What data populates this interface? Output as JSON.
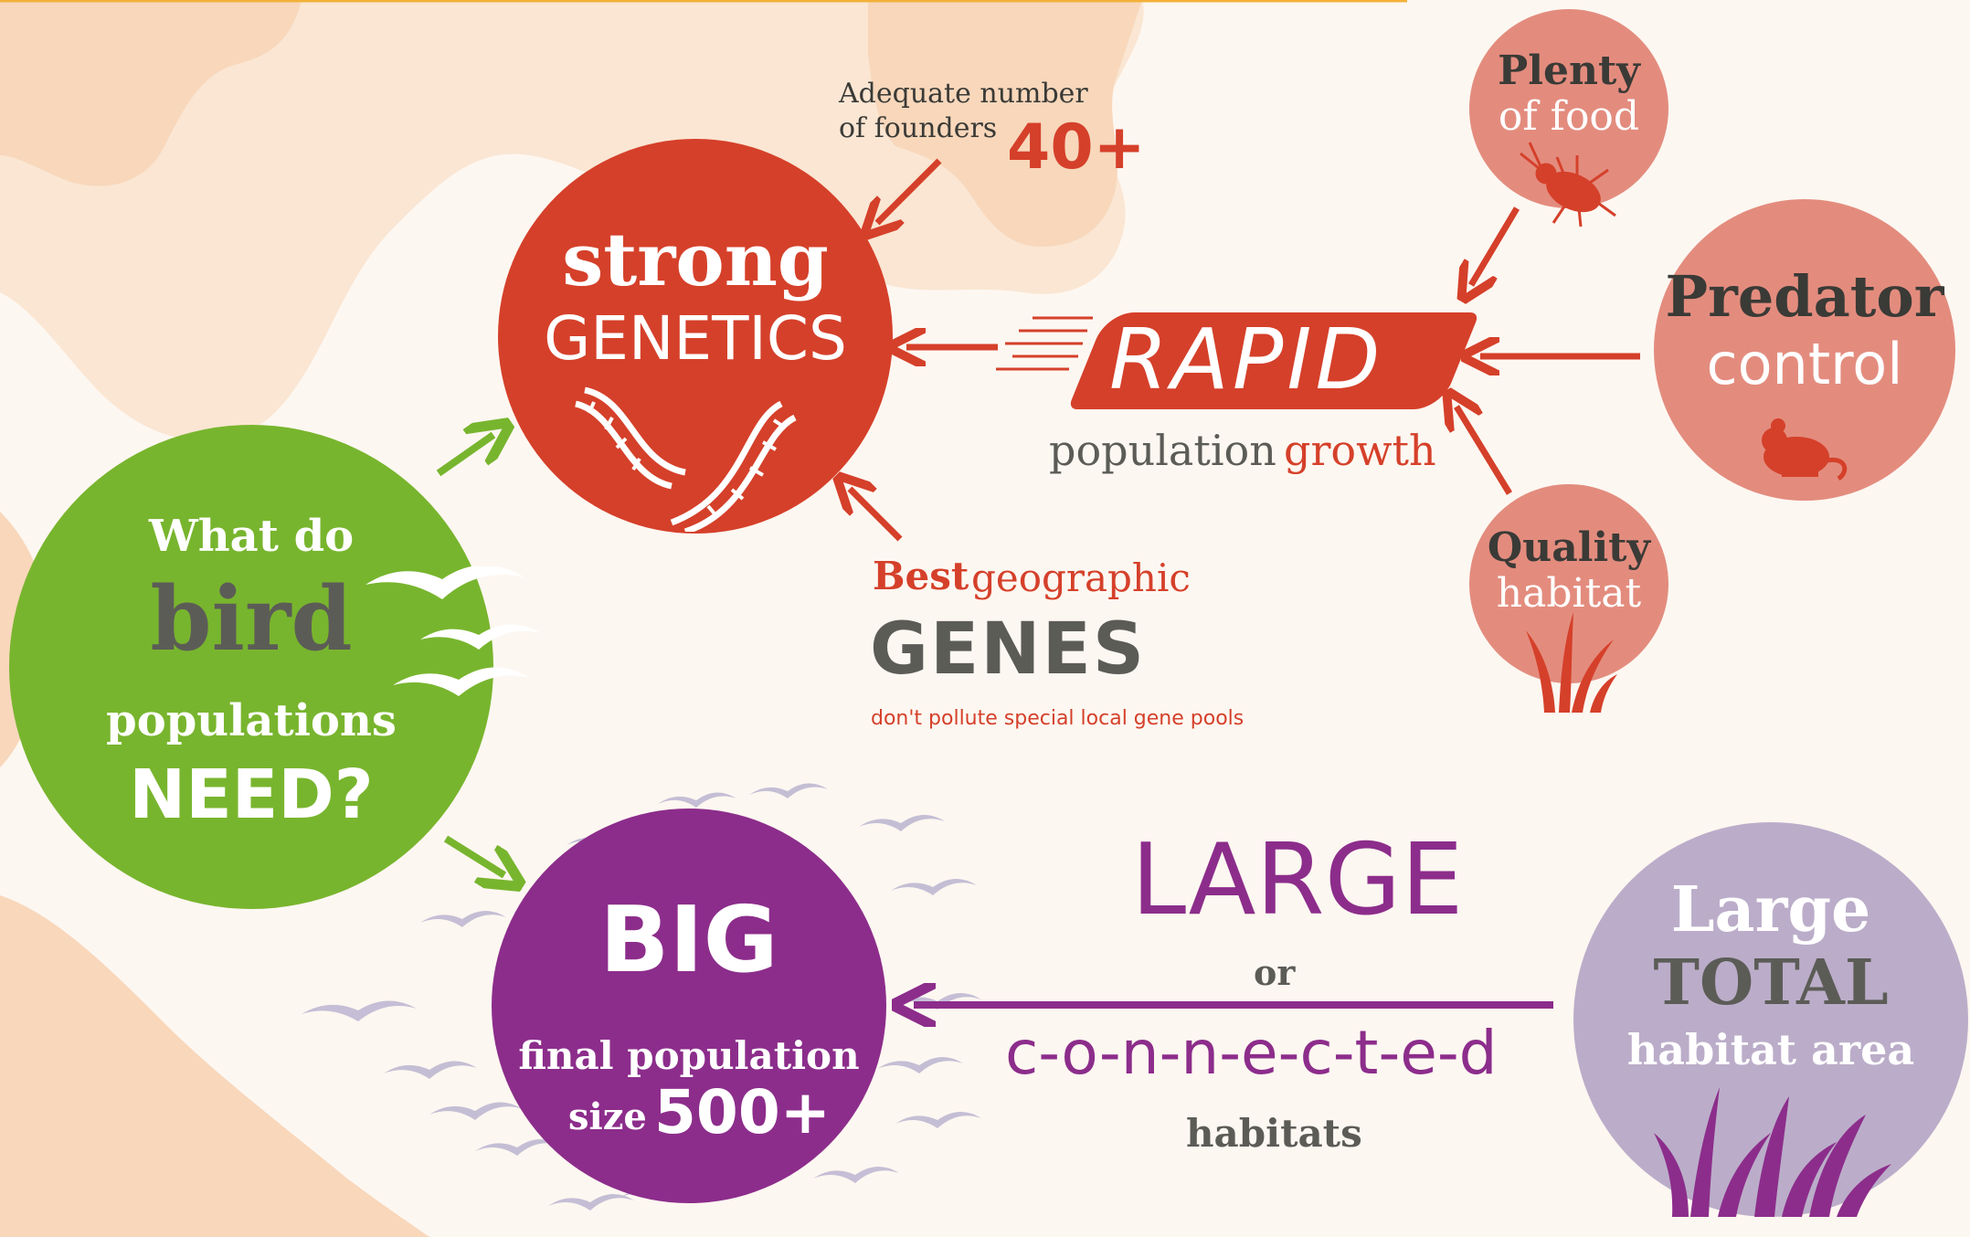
{
  "colors": {
    "red": "#d5402a",
    "pink": "#e38c7e",
    "green": "#78b52e",
    "purple": "#8c2d8b",
    "lavender": "#bbadc9",
    "gray": "#5c5c57",
    "background": "#fdf7f1",
    "map": "#f8d7bb"
  },
  "center": {
    "line1": "What do",
    "line2": "bird",
    "line3": "populations",
    "line4": "NEED?"
  },
  "genetics": {
    "line1": "strong",
    "line2": "GENETICS"
  },
  "founders": {
    "line1": "Adequate number",
    "line2": "of founders",
    "count": "40+"
  },
  "geographic": {
    "best": "Best",
    "geographic": "geographic",
    "genes": "GENES",
    "note": "don't pollute special local gene pools"
  },
  "rapid": {
    "title": "RAPID",
    "population": "population",
    "growth": "growth"
  },
  "food": {
    "line1": "Plenty",
    "line2": "of food"
  },
  "predator": {
    "line1": "Predator",
    "line2": "control"
  },
  "habitat": {
    "line1": "Quality",
    "line2": "habitat"
  },
  "big": {
    "title": "BIG",
    "line1": "final population",
    "size_label": "size",
    "size_value": "500+"
  },
  "connection": {
    "large": "LARGE",
    "or": "or",
    "connected": "c-o-n-n-e-c-t-e-d",
    "habitats": "habitats"
  },
  "total": {
    "line1": "Large",
    "line2": "TOTAL",
    "line3": "habitat area"
  },
  "icons": [
    "dna-icon",
    "bird-flock-icon",
    "beetle-icon",
    "mouse-icon",
    "grass-icon",
    "speed-lines-icon"
  ]
}
